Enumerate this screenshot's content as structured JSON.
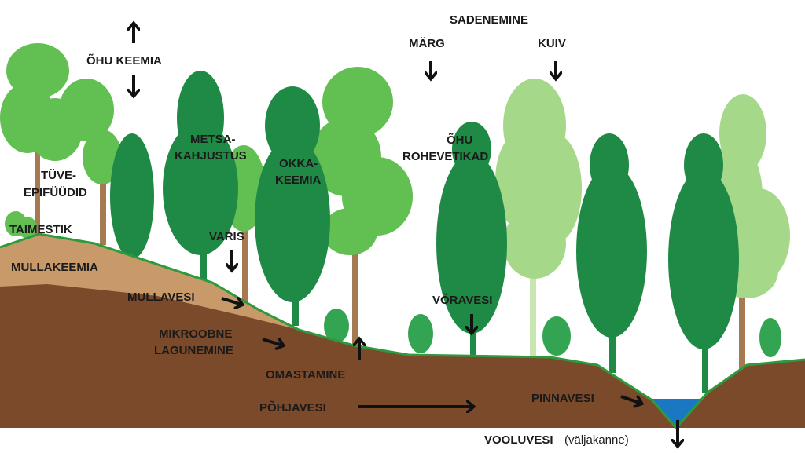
{
  "title": "SADENEMINE",
  "colors": {
    "soil_dark": "#7b4a2a",
    "soil_light": "#c89a6a",
    "ground_line": "#2e9a3e",
    "water": "#1a78c2",
    "tree_dark": "#1f8a45",
    "tree_mid": "#33a552",
    "tree_light": "#62bf52",
    "tree_pale": "#a6d88a",
    "trunk": "#a67a50"
  },
  "labels": {
    "ohu_keemia": "ÕHU KEEMIA",
    "sadenemine": "SADENEMINE",
    "marg": "MÄRG",
    "kuiv": "KUIV",
    "metsakahjustus_1": "METSA-",
    "metsakahjustus_2": "KAHJUSTUS",
    "okkakeemia_1": "OKKA-",
    "okkakeemia_2": "KEEMIA",
    "ohu_rohevetikad_1": "ÕHU",
    "ohu_rohevetikad_2": "ROHEVETIKAD",
    "tuveepifuudid_1": "TÜVE-",
    "tuveepifuudid_2": "EPIFÜÜDID",
    "taimestik": "TAIMESTIK",
    "mullakeemia": "MULLAKEEMIA",
    "varis": "VARIS",
    "mullavesi": "MULLAVESI",
    "voravesi": "VÕRAVESI",
    "mikroobne_1": "MIKROOBNE",
    "mikroobne_2": "LAGUNEMINE",
    "omastamine": "OMASTAMINE",
    "pohjavesi": "PÕHJAVESI",
    "pinnavesi": "PINNAVESI",
    "vooluvesi": "VOOLUVESI",
    "valjakanne": "(väljakanne)"
  }
}
